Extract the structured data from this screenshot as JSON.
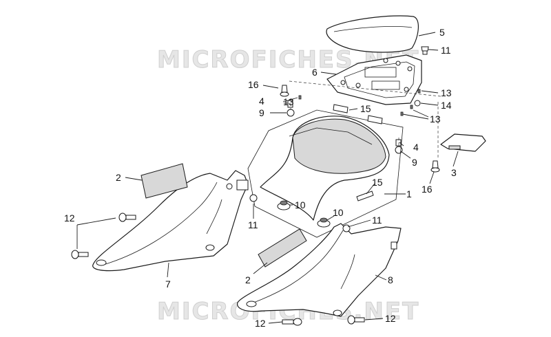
{
  "watermark": {
    "top": "MICROFICHES.NET",
    "bottom": "MICROFICHES.NET"
  },
  "labels": [
    {
      "id": "l1",
      "text": "1"
    },
    {
      "id": "l2a",
      "text": "2"
    },
    {
      "id": "l2b",
      "text": "2"
    },
    {
      "id": "l3",
      "text": "3"
    },
    {
      "id": "l4a",
      "text": "4"
    },
    {
      "id": "l4b",
      "text": "4"
    },
    {
      "id": "l5",
      "text": "5"
    },
    {
      "id": "l6",
      "text": "6"
    },
    {
      "id": "l7",
      "text": "7"
    },
    {
      "id": "l8",
      "text": "8"
    },
    {
      "id": "l9a",
      "text": "9"
    },
    {
      "id": "l9b",
      "text": "9"
    },
    {
      "id": "l10a",
      "text": "10"
    },
    {
      "id": "l10b",
      "text": "10"
    },
    {
      "id": "l11a",
      "text": "11"
    },
    {
      "id": "l11b",
      "text": "11"
    },
    {
      "id": "l11c",
      "text": "11"
    },
    {
      "id": "l12a",
      "text": "12"
    },
    {
      "id": "l12b",
      "text": "12"
    },
    {
      "id": "l12c",
      "text": "12"
    },
    {
      "id": "l13a",
      "text": "13"
    },
    {
      "id": "l13b",
      "text": "13"
    },
    {
      "id": "l13c",
      "text": "13"
    },
    {
      "id": "l14",
      "text": "14"
    },
    {
      "id": "l15a",
      "text": "15"
    },
    {
      "id": "l15b",
      "text": "15"
    },
    {
      "id": "l16a",
      "text": "16"
    },
    {
      "id": "l16b",
      "text": "16"
    }
  ]
}
